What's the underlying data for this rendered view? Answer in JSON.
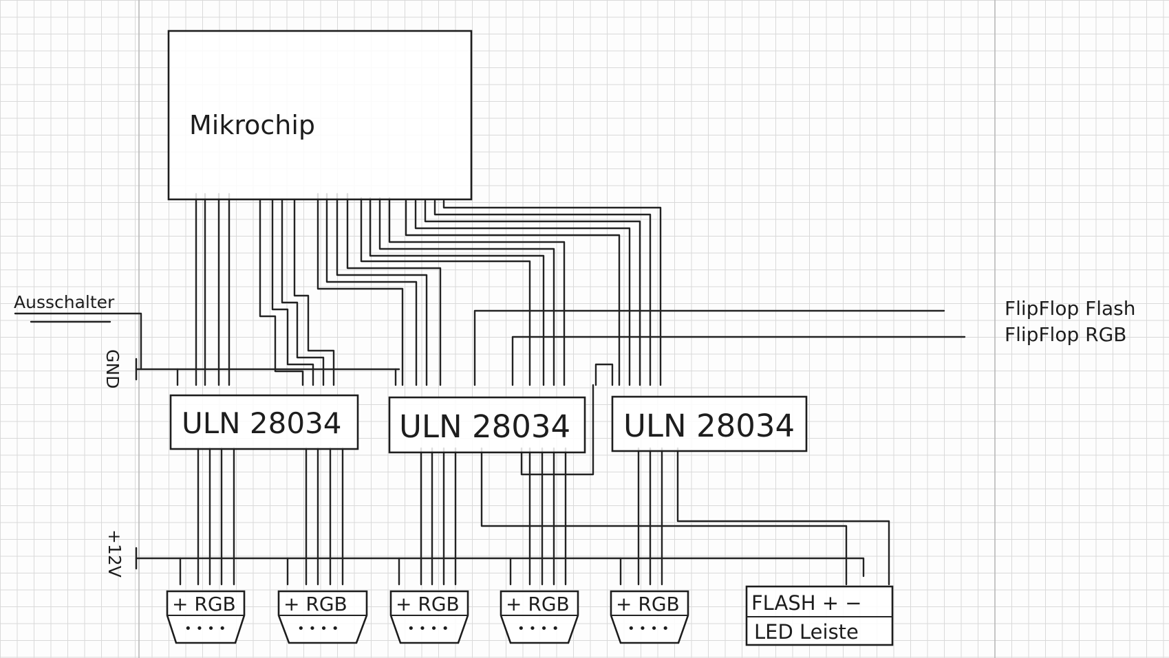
{
  "microchip": {
    "label": "Mikrochip"
  },
  "switch": {
    "label": "Ausschalter"
  },
  "rails": {
    "gnd": "GND",
    "vplus": "+12V"
  },
  "drivers": [
    {
      "label": "ULN 28034"
    },
    {
      "label": "ULN 28034"
    },
    {
      "label": "ULN 28034"
    }
  ],
  "outputs": {
    "flipflop_flash": "FlipFlop Flash",
    "flipflop_rgb": "FlipFlop RGB"
  },
  "connectors": [
    {
      "label": "+ RGB"
    },
    {
      "label": "+ RGB"
    },
    {
      "label": "+ RGB"
    },
    {
      "label": "+ RGB"
    },
    {
      "label": "+ RGB"
    }
  ],
  "flash_strip": {
    "top": "FLASH + −",
    "bottom": "LED Leiste"
  }
}
